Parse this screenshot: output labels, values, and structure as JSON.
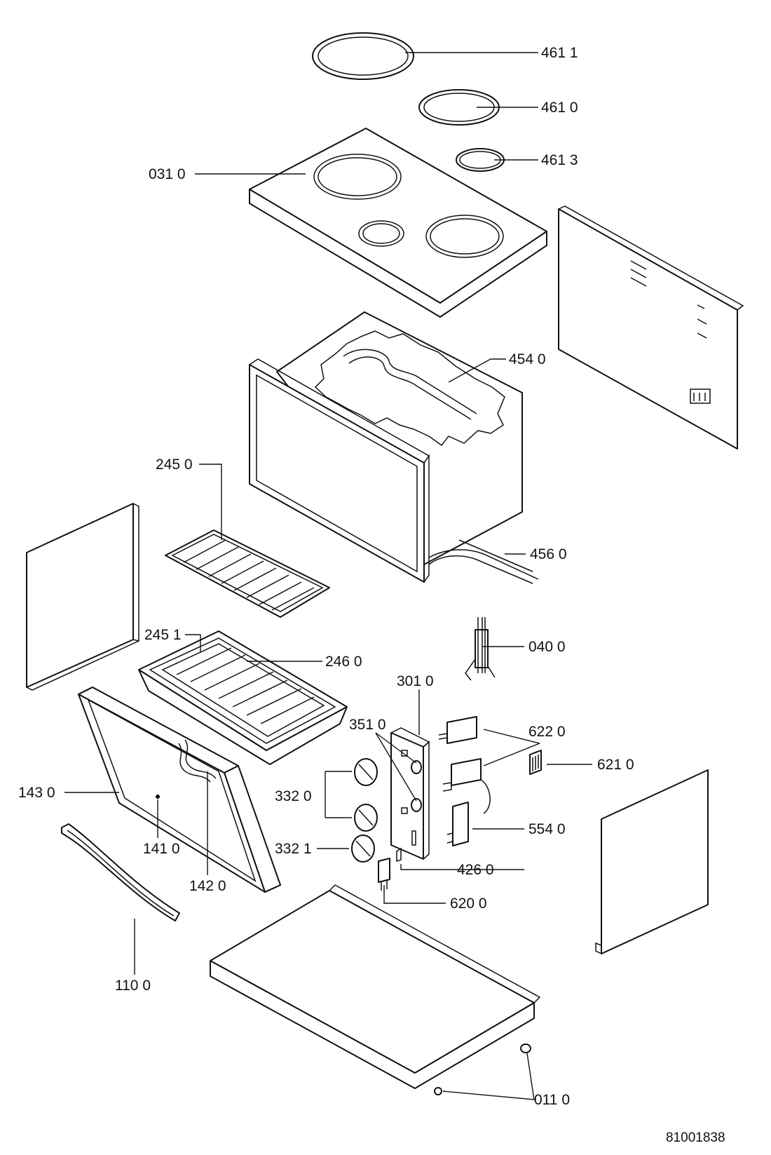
{
  "diagram": {
    "document_number": "81001838",
    "labels": [
      {
        "id": "4611",
        "text": "461 1"
      },
      {
        "id": "4610",
        "text": "461 0"
      },
      {
        "id": "4613",
        "text": "461 3"
      },
      {
        "id": "0310",
        "text": "031 0"
      },
      {
        "id": "4540",
        "text": "454 0"
      },
      {
        "id": "2450",
        "text": "245 0"
      },
      {
        "id": "4560",
        "text": "456 0"
      },
      {
        "id": "0400",
        "text": "040 0"
      },
      {
        "id": "2451",
        "text": "245 1"
      },
      {
        "id": "2460",
        "text": "246 0"
      },
      {
        "id": "3010",
        "text": "301 0"
      },
      {
        "id": "3510",
        "text": "351 0"
      },
      {
        "id": "6220",
        "text": "622 0"
      },
      {
        "id": "6210",
        "text": "621 0"
      },
      {
        "id": "1430",
        "text": "143 0"
      },
      {
        "id": "3320",
        "text": "332 0"
      },
      {
        "id": "5540",
        "text": "554 0"
      },
      {
        "id": "1410",
        "text": "141 0"
      },
      {
        "id": "3321",
        "text": "332 1"
      },
      {
        "id": "4260",
        "text": "426 0"
      },
      {
        "id": "1420",
        "text": "142 0"
      },
      {
        "id": "6200",
        "text": "620 0"
      },
      {
        "id": "1100",
        "text": "110 0"
      },
      {
        "id": "0110",
        "text": "011 0"
      }
    ]
  }
}
